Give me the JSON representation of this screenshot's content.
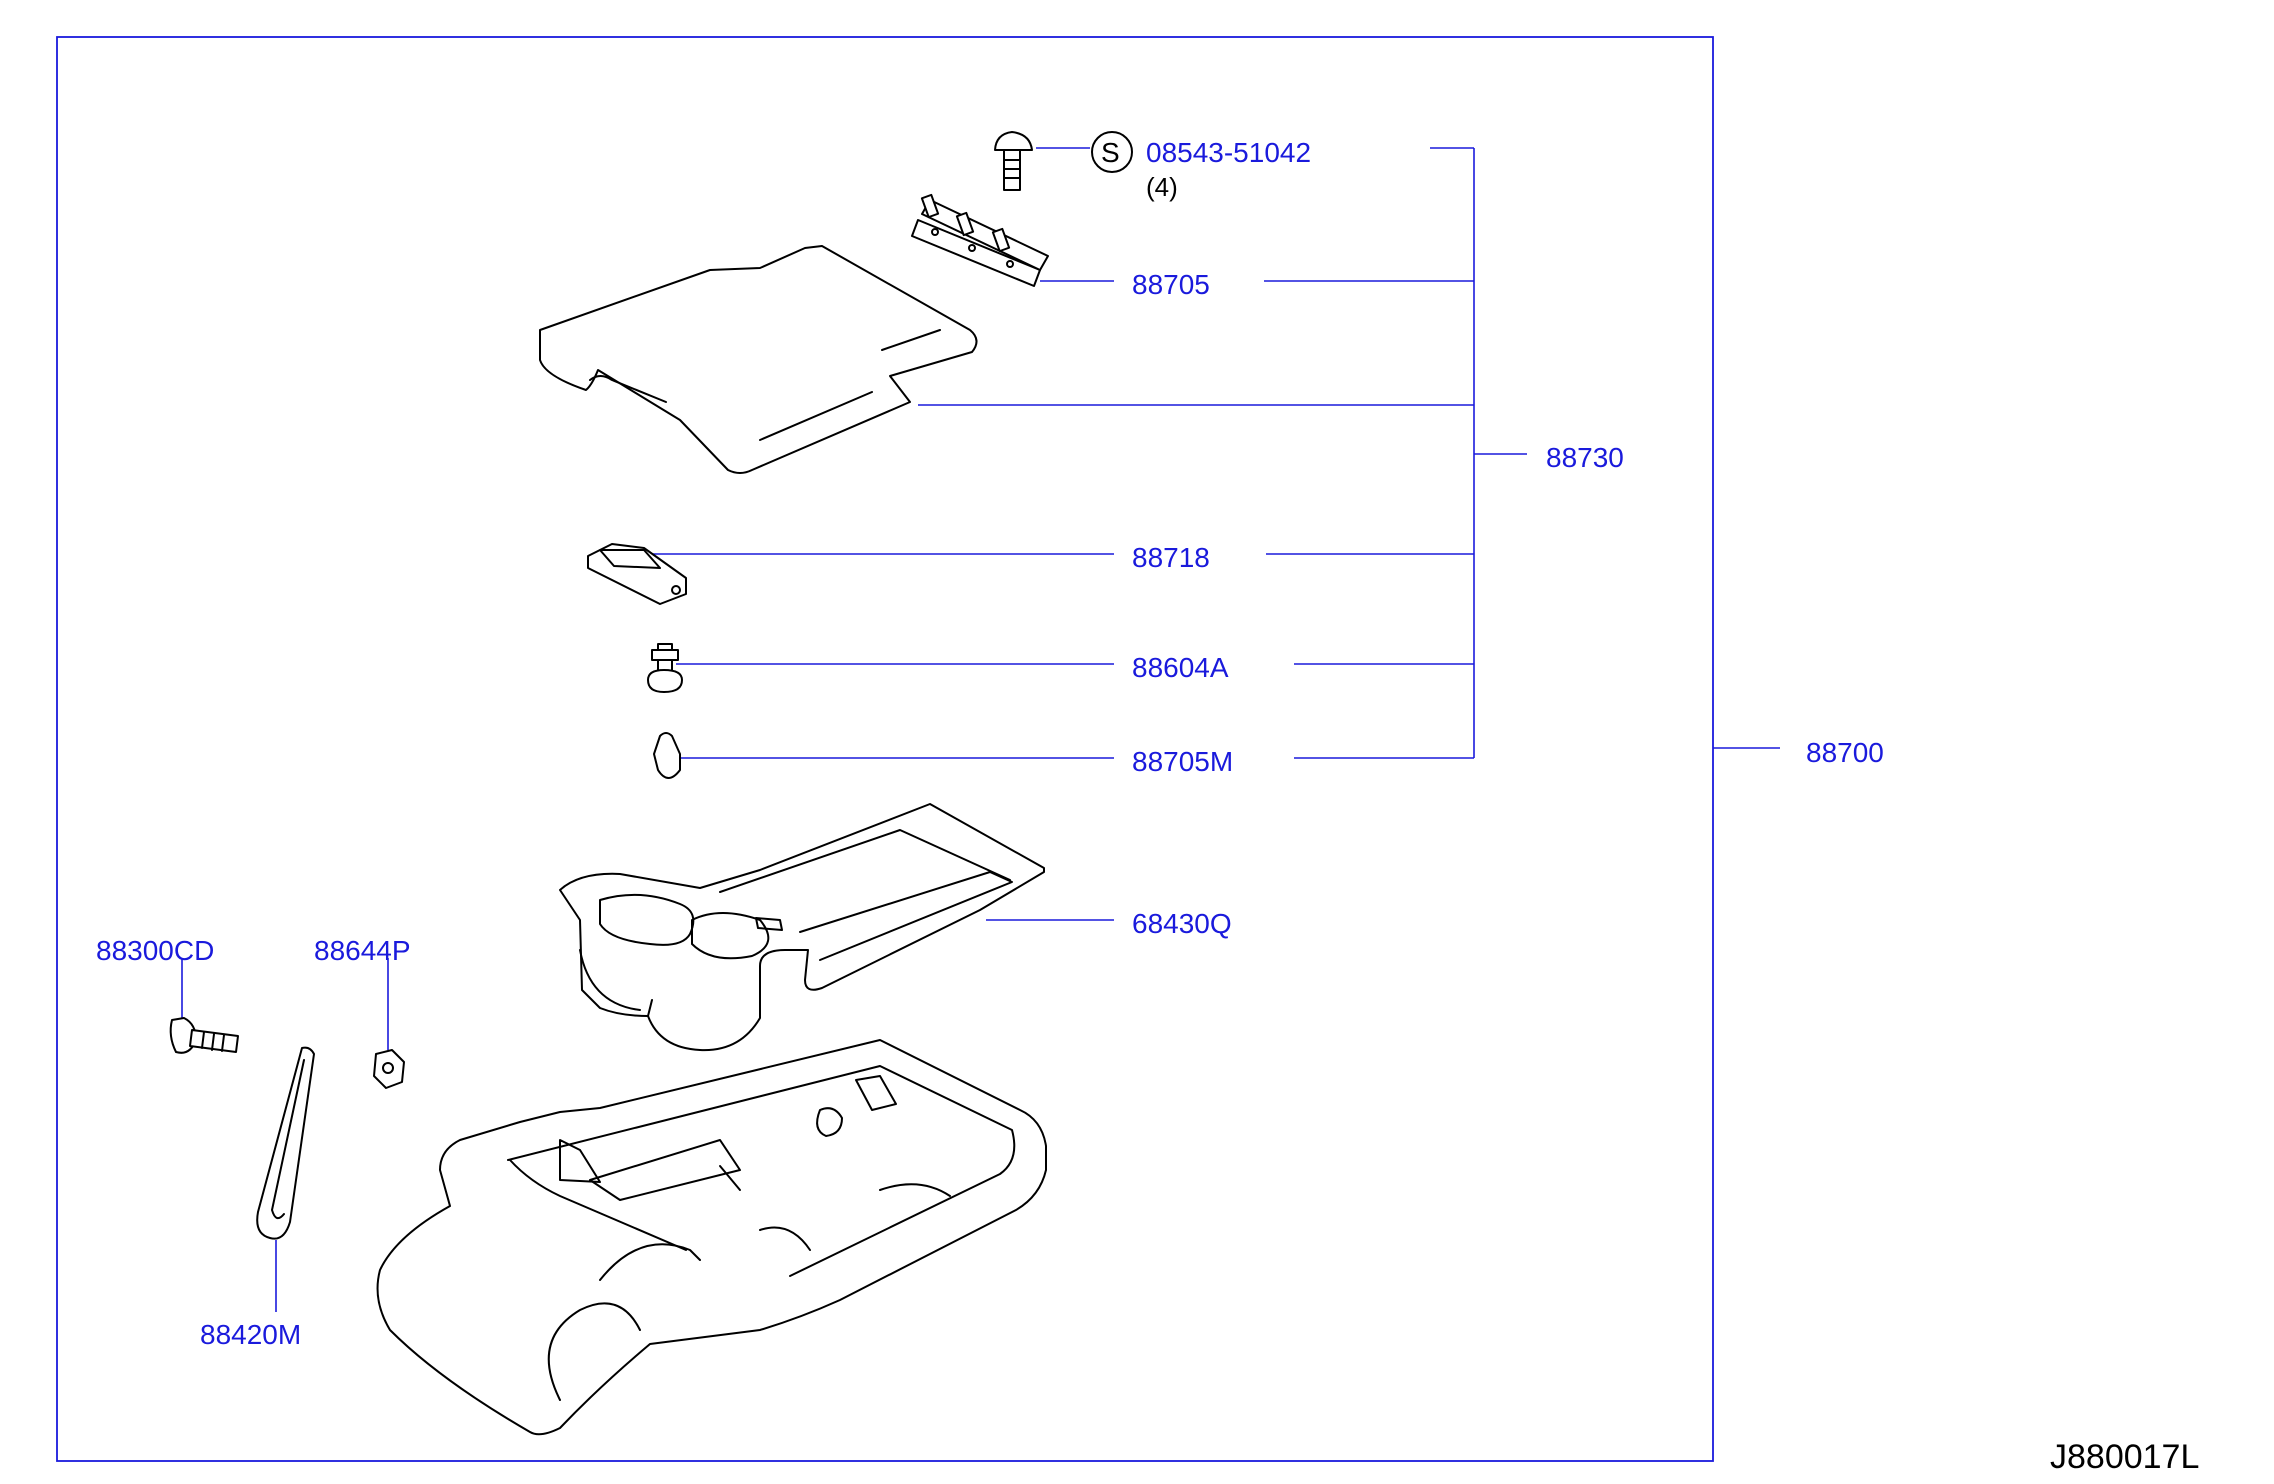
{
  "labels": {
    "screw": "08543-51042",
    "screw_s": "S",
    "screw_qty": "(4)",
    "hinge": "88705",
    "assembly": "88730",
    "latch": "88718",
    "bolt": "88604A",
    "bumper": "88705M",
    "console_top": "68430Q",
    "complete": "88700",
    "clip_screw": "88300CD",
    "nut": "88644P",
    "strap": "88420M"
  },
  "reference_code": "J880017L",
  "colors": {
    "label": "#1a1adc",
    "frame": "#1a1adc",
    "line_art": "#000000"
  }
}
